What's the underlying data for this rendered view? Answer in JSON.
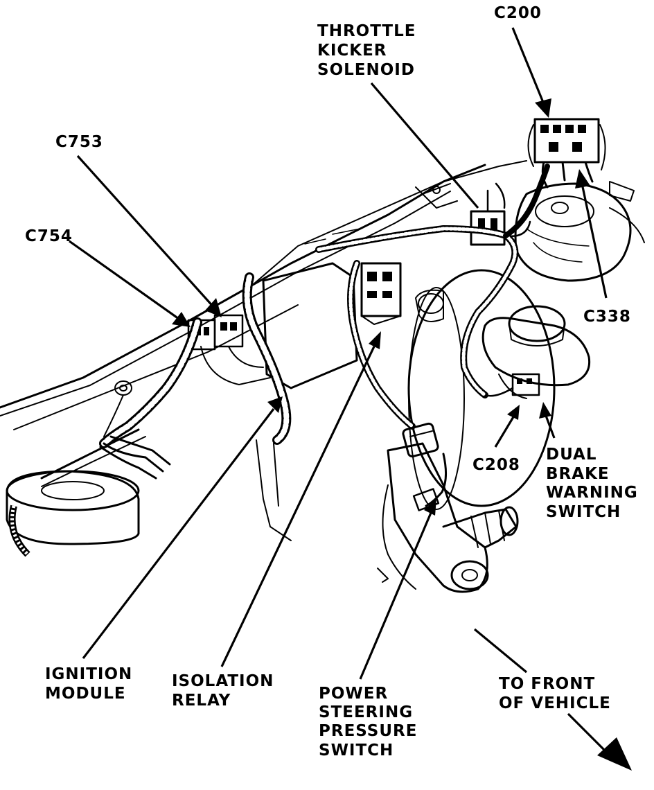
{
  "labels": {
    "c200": "C200",
    "throttle_kicker": [
      "THROTTLE",
      "KICKER",
      "SOLENOID"
    ],
    "c753": "C753",
    "c754": "C754",
    "c338": "C338",
    "c208": "C208",
    "dual_brake": [
      "DUAL",
      "BRAKE",
      "WARNING",
      "SWITCH"
    ],
    "ignition_module": [
      "IGNITION",
      "MODULE"
    ],
    "isolation_relay": [
      "ISOLATION",
      "RELAY"
    ],
    "power_steering": [
      "POWER",
      "STEERING",
      "PRESSURE",
      "SWITCH"
    ],
    "to_front": [
      "TO FRONT",
      "OF VEHICLE"
    ]
  }
}
